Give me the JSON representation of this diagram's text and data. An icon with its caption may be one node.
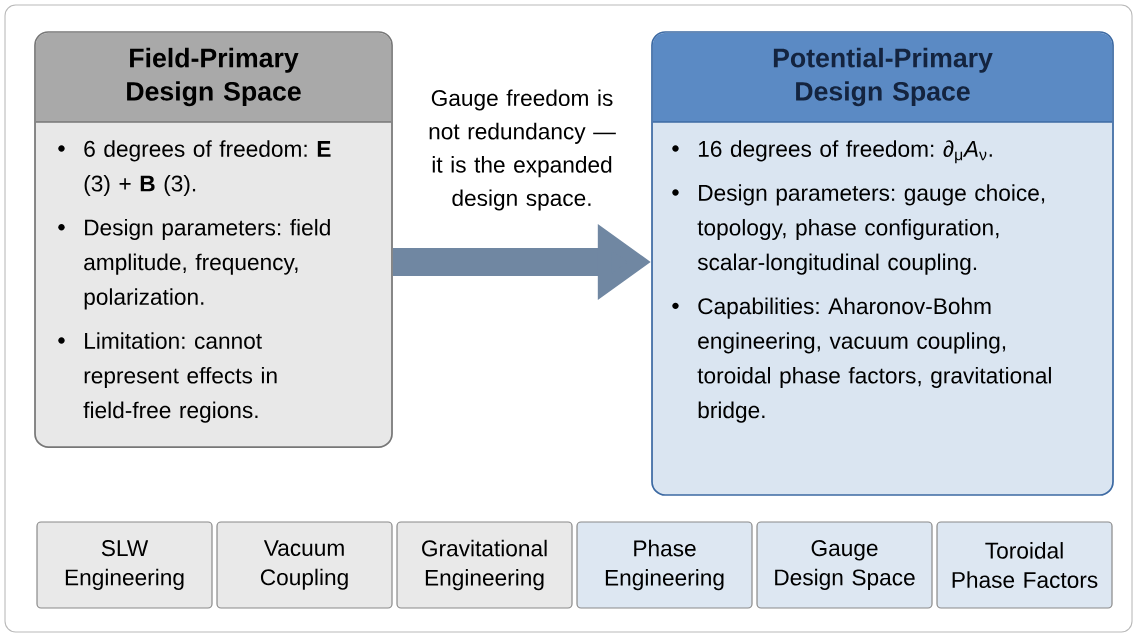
{
  "diagram": {
    "nodes": [
      {
        "text": [
          "Field-Primary Design Space",
          "6 degrees of freedom: **E** (3) + **B** (3).",
          "Design parameters: field amplitude, frequency, polarization.",
          "Limitation: cannot represent effects in field-free regions."
        ]
      },
      {
        "text": [
          "Potential-Primary Design Space",
          "16 degrees of freedom: ∂$_{μ}$*A*$_{ν}$.",
          "Design parameters: gauge choice, topology, phase configuration, scalar-longitudinal coupling.",
          "Capabilities: Aharonov-Bohm engineering, vacuum coupling, toroidal phase factors, gravitational bridge."
        ]
      },
      {
        "text": [
          "SLW Engineering"
        ]
      },
      {
        "text": [
          "Vacuum Coupling"
        ]
      },
      {
        "text": [
          "Gravitational Engineering"
        ]
      },
      {
        "text": [
          "Phase Engineering"
        ]
      },
      {
        "text": [
          "Gauge Design Space"
        ]
      },
      {
        "text": [
          "Toroidal Phase Factors"
        ]
      }
    ],
    "edges": [
      {
        "from": 0,
        "to": 1,
        "arrow": "to",
        "label": "Gauge freedom is not redundancy — it is the expanded design space."
      }
    ]
  }
}
